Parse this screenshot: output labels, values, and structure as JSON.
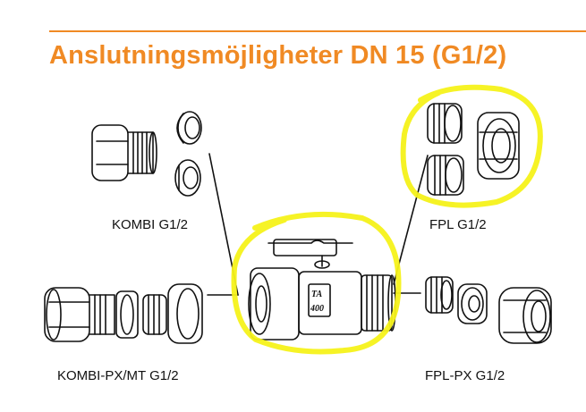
{
  "title": "Anslutningsmöjligheter DN 15 (G1/2)",
  "labels": {
    "kombi": "KOMBI G1/2",
    "fpl": "FPL G1/2",
    "kombi_px": "KOMBI-PX/MT G1/2",
    "fpl_px": "FPL-PX G1/2"
  },
  "valve_marking": {
    "brand": "TA",
    "number": "400"
  },
  "colors": {
    "title": "#f08a24",
    "highlight": "#f5f21a",
    "line": "#111111"
  }
}
